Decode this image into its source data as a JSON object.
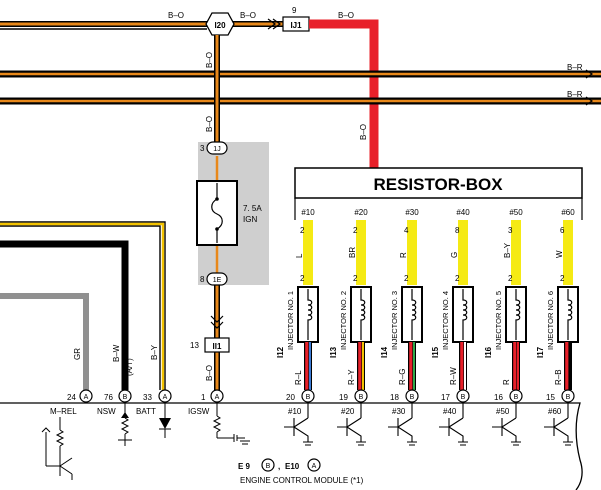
{
  "top": {
    "wire_left": "B–O",
    "connector_i20": "I20",
    "wire_mid": "B–O",
    "pin_ij1_num": "9",
    "connector_ij1": "IJ1",
    "wire_right": "B–O"
  },
  "bus_lines": [
    {
      "label": "B–R"
    },
    {
      "label": "B–R"
    }
  ],
  "fuse_block": {
    "wire_top": "B–O",
    "wire_top2": "B–O",
    "pin_top_num": "3",
    "pin_top": "1J",
    "fuse_rating": "7. 5A",
    "fuse_name": "IGN",
    "pin_bottom_num": "8",
    "pin_bottom": "1E",
    "conn_ii1_num": "13",
    "conn_ii1": "II1",
    "wire_bottom": "B–O"
  },
  "resistor_box": {
    "title": "RESISTOR-BOX",
    "wire_in": "B–O",
    "terminals": [
      "#10",
      "#20",
      "#30",
      "#40",
      "#50",
      "#60"
    ]
  },
  "injectors": [
    {
      "pin_top": "2",
      "wire_top": "L",
      "pin_mid": "2",
      "conn": "I12",
      "name": "INJECTOR NO. 1",
      "wire_bottom": "R–L",
      "ecu_pin": "20",
      "ecu_term": "#10"
    },
    {
      "pin_top": "2",
      "wire_top": "BR",
      "pin_mid": "2",
      "conn": "I13",
      "name": "INJECTOR NO. 2",
      "wire_bottom": "R–Y",
      "ecu_pin": "19",
      "ecu_term": "#20"
    },
    {
      "pin_top": "4",
      "wire_top": "R",
      "pin_mid": "2",
      "conn": "I14",
      "name": "INJECTOR NO. 3",
      "wire_bottom": "R–G",
      "ecu_pin": "18",
      "ecu_term": "#30"
    },
    {
      "pin_top": "8",
      "wire_top": "G",
      "pin_mid": "2",
      "conn": "I15",
      "name": "INJECTOR NO. 4",
      "wire_bottom": "R–W",
      "ecu_pin": "17",
      "ecu_term": "#40"
    },
    {
      "pin_top": "3",
      "wire_top": "B–Y",
      "pin_mid": "2",
      "conn": "I16",
      "name": "INJECTOR NO. 5",
      "wire_bottom": "R",
      "ecu_pin": "16",
      "ecu_term": "#50"
    },
    {
      "pin_top": "6",
      "wire_top": "W",
      "pin_mid": "2",
      "conn": "I17",
      "name": "INJECTOR NO. 6",
      "wire_bottom": "R–B",
      "ecu_pin": "15",
      "ecu_term": "#60"
    }
  ],
  "left_wires": [
    {
      "wire": "GR",
      "pin_num": "24",
      "conn": "A",
      "terminal": "M–REL"
    },
    {
      "wire": "B–W",
      "pin_num": "76",
      "conn": "B",
      "terminal": "NSW"
    },
    {
      "wire": "B–Y",
      "pin_num": "33",
      "conn": "A",
      "terminal": "BATT"
    }
  ],
  "at_label": "(A/T)",
  "igsw": {
    "pin_num": "1",
    "conn": "A",
    "terminal": "IGSW"
  },
  "ecu": {
    "conn_e9": "E 9",
    "conn_e9_letter": "B",
    "sep": ",",
    "conn_e10": "E10",
    "conn_e10_letter": "A",
    "module_name": "ENGINE CONTROL MODULE (*1)"
  }
}
